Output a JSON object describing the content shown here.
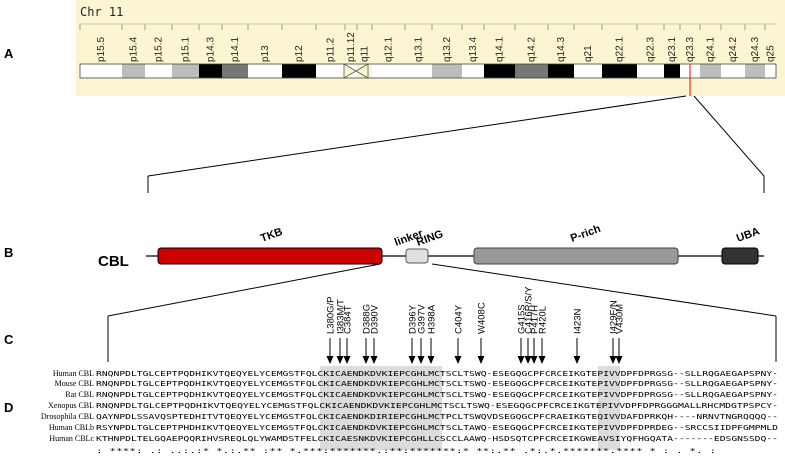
{
  "panels": {
    "a": "A",
    "b": "B",
    "c": "C",
    "d": "D"
  },
  "chromosome": {
    "title": "Chr 11",
    "bands": [
      "p15.5",
      "p15.4",
      "p15.2",
      "p15.1",
      "p14.3",
      "p14.1",
      "p13",
      "p12",
      "p11.2",
      "p11.12",
      "q11",
      "q12.1",
      "q13.1",
      "q13.2",
      "q13.4",
      "q14.1",
      "q14.2",
      "q14.3",
      "q21",
      "q22.1",
      "q22.3",
      "q23.1",
      "q23.3",
      "q24.1",
      "q24.2",
      "q24.3",
      "q25"
    ],
    "panel_color": "#fbf5d2",
    "marker_color": "#ff0000"
  },
  "protein": {
    "gene": "CBL",
    "domains": {
      "tkb": "TKB",
      "linker": "linker",
      "ring": "RING",
      "prich": "P-rich",
      "uba": "UBA"
    },
    "colors": {
      "tkb": "#cc0000",
      "linker": "#e0e0e0",
      "prich": "#999999",
      "uba": "#333333"
    }
  },
  "mutations": [
    "L380G/P",
    "I383M/T",
    "C384T",
    "D388G",
    "D390V",
    "D396Y",
    "G397V",
    "H398A",
    "C404Y",
    "W408C",
    "G415S",
    "C416R/S/Y",
    "P417H",
    "R420L",
    "I423N",
    "I429F/N",
    "V430M"
  ],
  "alignment": {
    "species": [
      "Human CBL",
      "Mouse CBL",
      "Rat CBL",
      "Xenopus CBL",
      "Drosophila CBL",
      "Human CBLb",
      "Human CBLc"
    ],
    "sequences": [
      "RNQNPDLTGLCEPTPQDHIKVTQEQYELYCEMGSTFQLCKICAENDKDVKIEPCGHLMCTSCLTSWQ-ESEGQGCPFCRCEIKGTEPIVVDPFDPRGSG--SLLRQGAEGAPSPNY-",
      "RNQNPDLTGLCEPTPQDHIKVTQEQYELYCEMGSTFQLCKICAENDKDVKIEPCGHLMCTSCLTSWQ-ESEGQGCPFCRCEIKGTEPIVVDPFDPRGSG--SLLRQGAEGAPSPNY-",
      "RNQNPDLTGLCEPTPQDHIKVTQEQYELYCEMGSTFQLCKICAENDKDVKIEPCGHLMCTSCLTSWQ-ESEGQGCPFCRCEIKGTEPIVVDPFDPRGSG--SLLRQGAEGAPSPNY-",
      "RNQNPDLTGLCEPTPQDHIKVTQEQYELYCEMGSTFQLCKICAENDKDVKIEPCGHLMCTSCLTSWQ-ESEGQGCPFCRCEIKGTEPIVVDPFDPRGGGMALLRHCMDGTPSPCY-",
      "QAYNPDLSSAVQSPTEDHITVTQEQYELYCEMGSTFQLCKICAENDKDIRIEPCGHLMCTPCLTSWQVDSEGQGCPFCRAEIKGTEQIVVDAFDPRKQH----NRNVTNGRQQQQ--",
      "RSYNPDLTGLCEPTPHDHIKVTQEQYELYCEMGSTFQLCKICAENDKDVKIEPCGHLMCTSCLTAWQ-ESEGQGCPFCRCEIKGTEPIVVDPFDPRDEG--SRCCSIIDPFGMPMLD",
      "KTHNPDLTELGQAEPQQRIHVSREQLQLYWAMDSTFELCKICAESNKDVKIEPCGHLLCSCCLAAWQ-HSDSQTCPFCRCEIKGWEAVSIYQFHGQATA-------EDSGNSSDQ--"
    ],
    "consensus": " :  ****:  .: ..:.:* *.:.** :**  *.***:*******.:**:*******:*  **:.** .*:.*.*******.**** * : .   *. :"
  }
}
